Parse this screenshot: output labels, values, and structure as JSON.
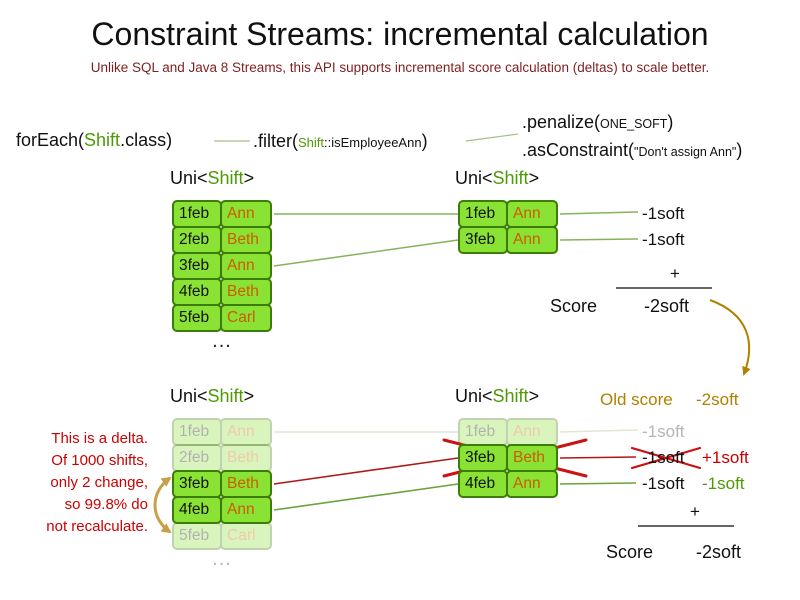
{
  "title": "Constraint Streams: incremental calculation",
  "subtitle": "Unlike SQL and Java 8 Streams, this API supports incremental score calculation (deltas) to scale better.",
  "code": {
    "foreach_pre": "forEach(",
    "foreach_type": "Shift",
    "foreach_post": ".class)",
    "filter_pre": ".filter(",
    "filter_type": "Shift",
    "filter_rest": "::isEmployeeAnn",
    "filter_close": ")",
    "penalize_pre": ".penalize(",
    "penalize_arg": "ONE_SOFT",
    "penalize_close": ")",
    "asconstraint_pre": ".asConstraint(",
    "asconstraint_arg": "\"Don't assign Ann\"",
    "asconstraint_close": ")"
  },
  "uni_label": {
    "pre": "Uni<",
    "type": "Shift",
    "post": ">"
  },
  "upper": {
    "left_rows": [
      {
        "date": "1feb",
        "name": "Ann"
      },
      {
        "date": "2feb",
        "name": "Beth"
      },
      {
        "date": "3feb",
        "name": "Ann"
      },
      {
        "date": "4feb",
        "name": "Beth"
      },
      {
        "date": "5feb",
        "name": "Carl"
      }
    ],
    "ellipsis": "...",
    "right_rows": [
      {
        "date": "1feb",
        "name": "Ann"
      },
      {
        "date": "3feb",
        "name": "Ann"
      }
    ],
    "penalties": [
      "-1soft",
      "-1soft"
    ],
    "plus": "+",
    "score_label": "Score",
    "score_value": "-2soft"
  },
  "lower": {
    "old_score_label": "Old score",
    "old_score_value": "-2soft",
    "left_rows": [
      {
        "date": "1feb",
        "name": "Ann"
      },
      {
        "date": "2feb",
        "name": "Beth"
      },
      {
        "date": "3feb",
        "name": "Beth"
      },
      {
        "date": "4feb",
        "name": "Ann"
      },
      {
        "date": "5feb",
        "name": "Carl"
      }
    ],
    "ellipsis": "...",
    "right_rows": [
      {
        "date": "1feb",
        "name": "Ann"
      },
      {
        "date": "3feb",
        "name": "Beth"
      },
      {
        "date": "4feb",
        "name": "Ann"
      }
    ],
    "penalties": [
      "-1soft",
      "-1soft",
      "-1soft"
    ],
    "delta_retract": "+1soft",
    "delta_insert": "-1soft",
    "plus": "+",
    "score_label": "Score",
    "score_value": "-2soft"
  },
  "note_lines": [
    "This is a delta.",
    "Of 1000 shifts,",
    "only 2 change,",
    "so 99.8% do",
    "not recalculate."
  ],
  "colors": {
    "type_green": "#4e9a06",
    "cell_fill": "#8ae234",
    "cell_border": "#3c7c08",
    "employee_orange": "#ce5c00",
    "delta_red": "#cc0000",
    "old_score_tan": "#b08000",
    "faded_gray": "#b5b5b5"
  }
}
